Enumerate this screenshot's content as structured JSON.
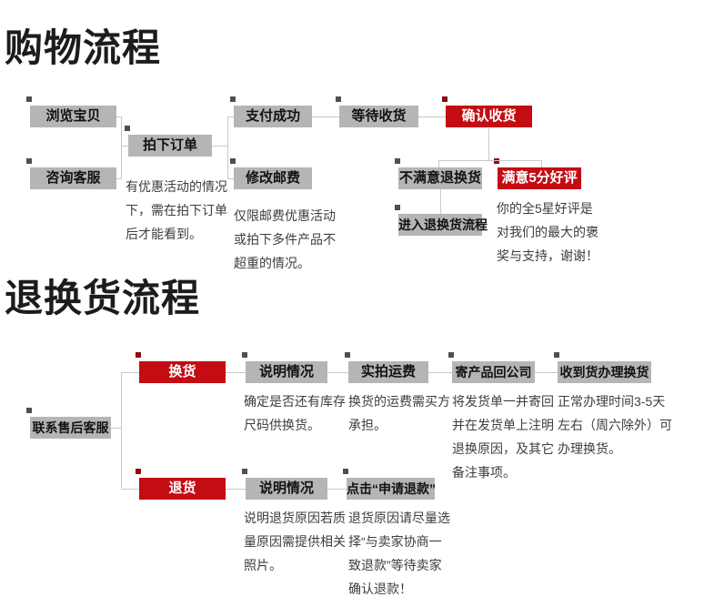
{
  "colors": {
    "box_gray": "#b5b5b5",
    "box_red": "#c30d13",
    "connector": "#c9c9c9",
    "title_text": "#1c1c1c",
    "note_text": "#3d3d3d"
  },
  "shopping": {
    "title": "购物流程",
    "boxes": {
      "browse": {
        "label": "浏览宝贝"
      },
      "order": {
        "label": "拍下订单"
      },
      "consult": {
        "label": "咨询客服"
      },
      "pay": {
        "label": "支付成功"
      },
      "wait": {
        "label": "等待收货"
      },
      "confirm": {
        "label": "确认收货"
      },
      "postage": {
        "label": "修改邮费"
      },
      "unsatisfied": {
        "label": "不满意退换货"
      },
      "satisfied": {
        "label": "满意5分好评"
      },
      "enter_return": {
        "label": "进入退换货流程"
      }
    },
    "notes": {
      "order_note": "有优惠活动的情况\n下，需在拍下订单\n后才能看到。",
      "postage_note": "仅限邮费优惠活动\n或拍下多件产品不\n超重的情况。",
      "praise_note": "你的全5星好评是\n对我们的最大的褒\n奖与支持，谢谢！"
    }
  },
  "returns": {
    "title": "退换货流程",
    "boxes": {
      "contact": {
        "label": "联系售后客服"
      },
      "exchange": {
        "label": "换货"
      },
      "explain_exchange": {
        "label": "说明情况"
      },
      "shipping": {
        "label": "实拍运费"
      },
      "send_back": {
        "label": "寄产品回公司"
      },
      "receive": {
        "label": "收到货办理换货"
      },
      "refund": {
        "label": "退货"
      },
      "explain_return": {
        "label": "说明情况"
      },
      "click_refund": {
        "label": "点击“申请退款”"
      }
    },
    "notes": {
      "stock_note": "确定是否还有库存\n尺码供换货。",
      "freight_note": "换货的运费需买方\n承担。",
      "send_note": "将发货单一并寄回\n并在发货单上注明\n退换原因，及其它\n备注事项。",
      "time_note": "正常办理时间3-5天\n左右（周六除外）可\n办理换货。",
      "reason_note": "说明退货原因若质\n量原因需提供相关\n照片。",
      "refund_note": "退货原因请尽量选\n择“与卖家协商一\n致退款”等待卖家\n确认退款！"
    }
  }
}
